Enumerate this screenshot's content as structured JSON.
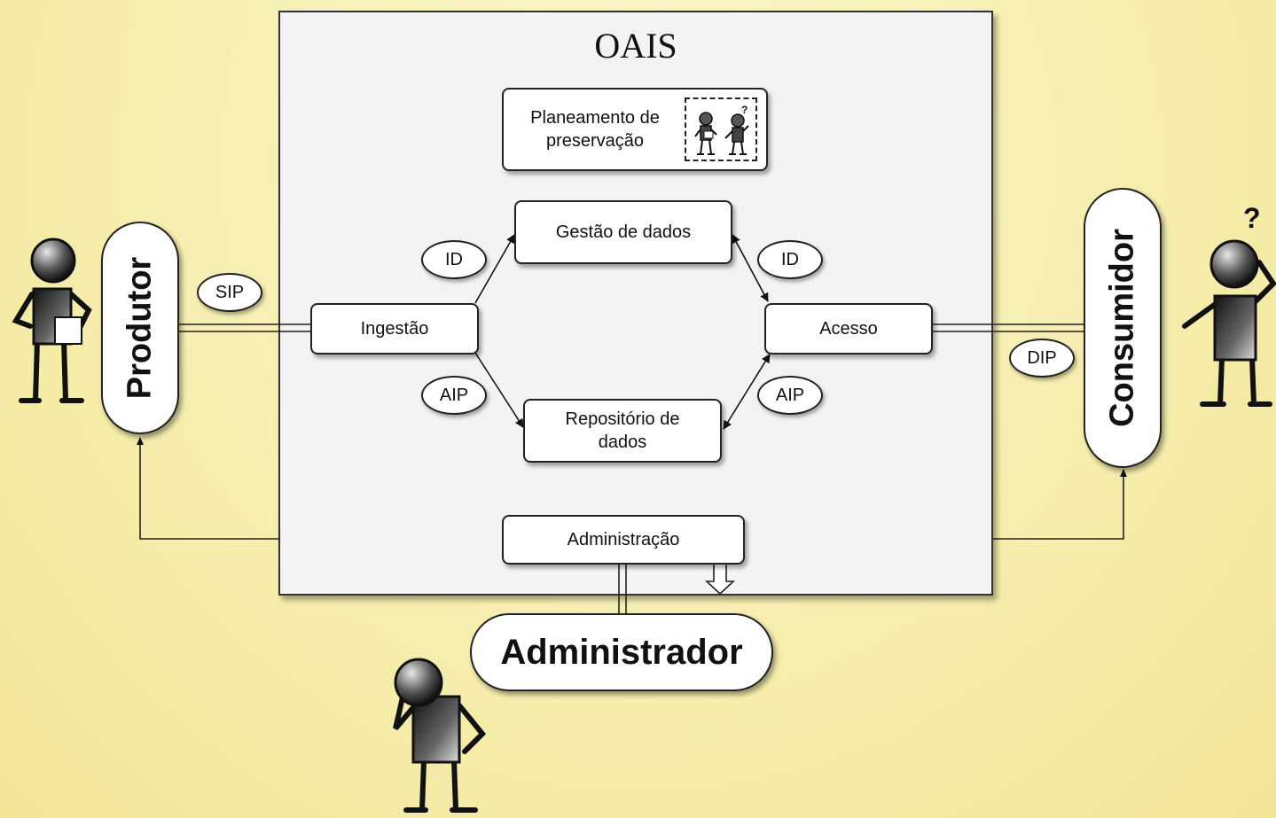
{
  "system": {
    "title": "OAIS"
  },
  "entities": {
    "producer": "Produtor",
    "consumer": "Consumidor",
    "administrator": "Administrador"
  },
  "functions": {
    "preservation_planning": "Planeamento de preservação",
    "data_management": "Gestão de dados",
    "ingest": "Ingestão",
    "access": "Acesso",
    "archival_storage": "Repositório de dados",
    "administration": "Administração"
  },
  "packages": {
    "sip": "SIP",
    "dip": "DIP",
    "id_left": "ID",
    "id_right": "ID",
    "aip_left": "AIP",
    "aip_right": "AIP"
  },
  "consumer_mark": "?"
}
